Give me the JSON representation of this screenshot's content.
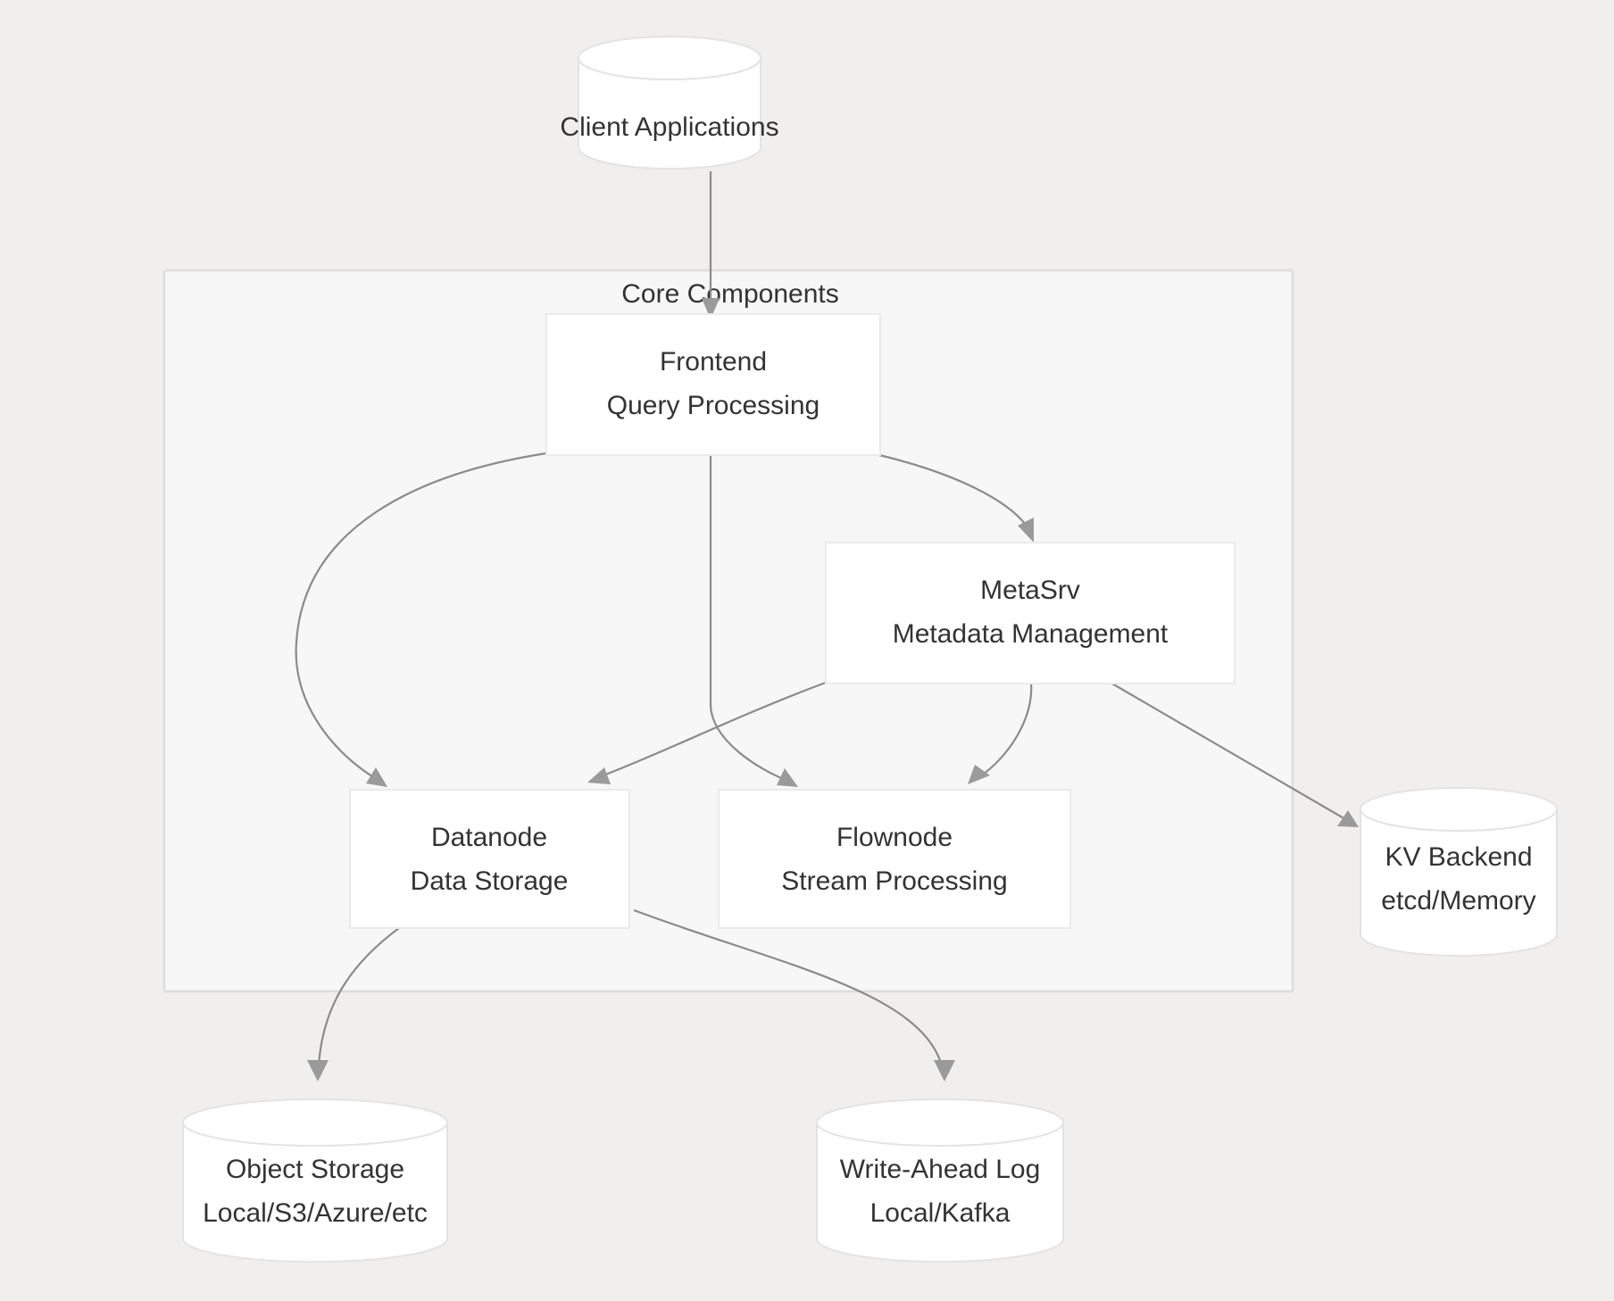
{
  "diagram": {
    "title_visible": false,
    "background_color": "#f0efed",
    "node_fill": "#ffffff",
    "node_stroke": "#eaeaea",
    "cylinder_stroke": "#e3e3e3",
    "edge_color": "#8b8b8b",
    "arrow_color": "#9a9a9a",
    "text_color": "#333333",
    "subgraph": {
      "label": "Core Components",
      "fill": "#f7f7f7",
      "stroke": "#dddddd"
    },
    "nodes": [
      {
        "id": "client",
        "shape": "cylinder",
        "line1": "Client Applications",
        "line2": ""
      },
      {
        "id": "frontend",
        "shape": "rect",
        "line1": "Frontend",
        "line2": "Query Processing"
      },
      {
        "id": "metasrv",
        "shape": "rect",
        "line1": "MetaSrv",
        "line2": "Metadata Management"
      },
      {
        "id": "datanode",
        "shape": "rect",
        "line1": "Datanode",
        "line2": "Data Storage"
      },
      {
        "id": "flownode",
        "shape": "rect",
        "line1": "Flownode",
        "line2": "Stream Processing"
      },
      {
        "id": "kv",
        "shape": "cylinder",
        "line1": "KV Backend",
        "line2": "etcd/Memory"
      },
      {
        "id": "objectstore",
        "shape": "cylinder",
        "line1": "Object Storage",
        "line2": "Local/S3/Azure/etc"
      },
      {
        "id": "wal",
        "shape": "cylinder",
        "line1": "Write-Ahead Log",
        "line2": "Local/Kafka"
      }
    ],
    "edges": [
      {
        "from": "client",
        "to": "frontend",
        "label": ""
      },
      {
        "from": "frontend",
        "to": "datanode",
        "label": ""
      },
      {
        "from": "frontend",
        "to": "flownode",
        "label": ""
      },
      {
        "from": "frontend",
        "to": "metasrv",
        "label": ""
      },
      {
        "from": "metasrv",
        "to": "datanode",
        "label": ""
      },
      {
        "from": "metasrv",
        "to": "flownode",
        "label": ""
      },
      {
        "from": "metasrv",
        "to": "kv",
        "label": ""
      },
      {
        "from": "datanode",
        "to": "objectstore",
        "label": ""
      },
      {
        "from": "datanode",
        "to": "wal",
        "label": ""
      }
    ]
  }
}
